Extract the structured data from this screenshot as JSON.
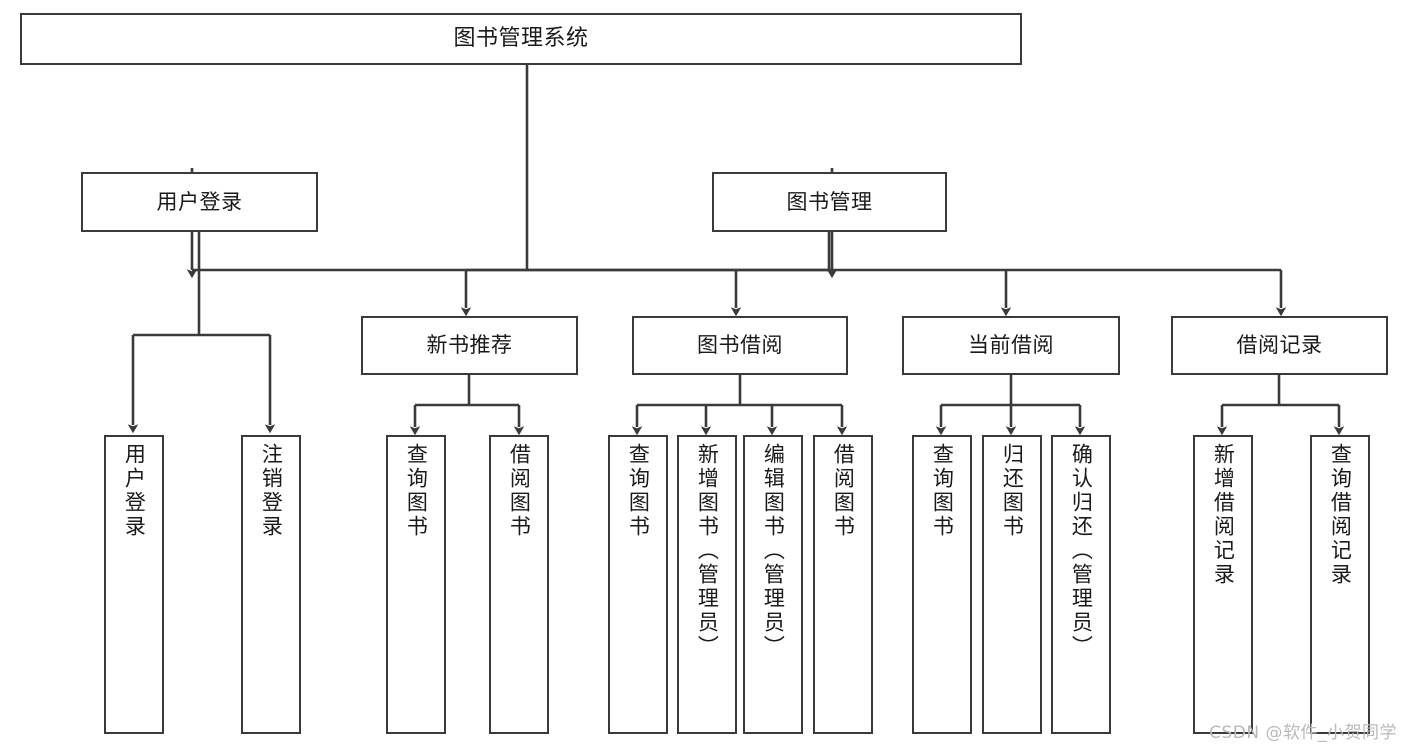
{
  "diagram": {
    "title": "图书管理系统",
    "type": "tree-hierarchy",
    "orientation": "top-down",
    "edge_style": "orthogonal-arrow",
    "colors": {
      "box_border": "#3a3a3a",
      "box_fill": "#ffffff",
      "edge": "#3a3a3a",
      "text": "#1a1a1a",
      "watermark": "#b9b9b9",
      "background": "#ffffff"
    },
    "root": {
      "label": "图书管理系统"
    },
    "level2": [
      {
        "label": "用户登录"
      },
      {
        "label": "图书管理"
      }
    ],
    "level3": [
      {
        "label": "新书推荐"
      },
      {
        "label": "图书借阅"
      },
      {
        "label": "当前借阅"
      },
      {
        "label": "借阅记录"
      }
    ],
    "leaves": {
      "user_login": [
        {
          "label": "用户登录"
        },
        {
          "label": "注销登录"
        }
      ],
      "new_book_recommend": [
        {
          "label": "查询图书"
        },
        {
          "label": "借阅图书"
        }
      ],
      "book_borrow": [
        {
          "label": "查询图书"
        },
        {
          "label": "新增图书（管理员）"
        },
        {
          "label": "编辑图书（管理员）"
        },
        {
          "label": "借阅图书"
        }
      ],
      "current_borrow": [
        {
          "label": "查询图书"
        },
        {
          "label": "归还图书"
        },
        {
          "label": "确认归还（管理员）"
        }
      ],
      "borrow_record": [
        {
          "label": "新增借阅记录"
        },
        {
          "label": "查询借阅记录"
        }
      ]
    }
  },
  "watermark": {
    "text": "CSDN @软件_小贺同学"
  }
}
